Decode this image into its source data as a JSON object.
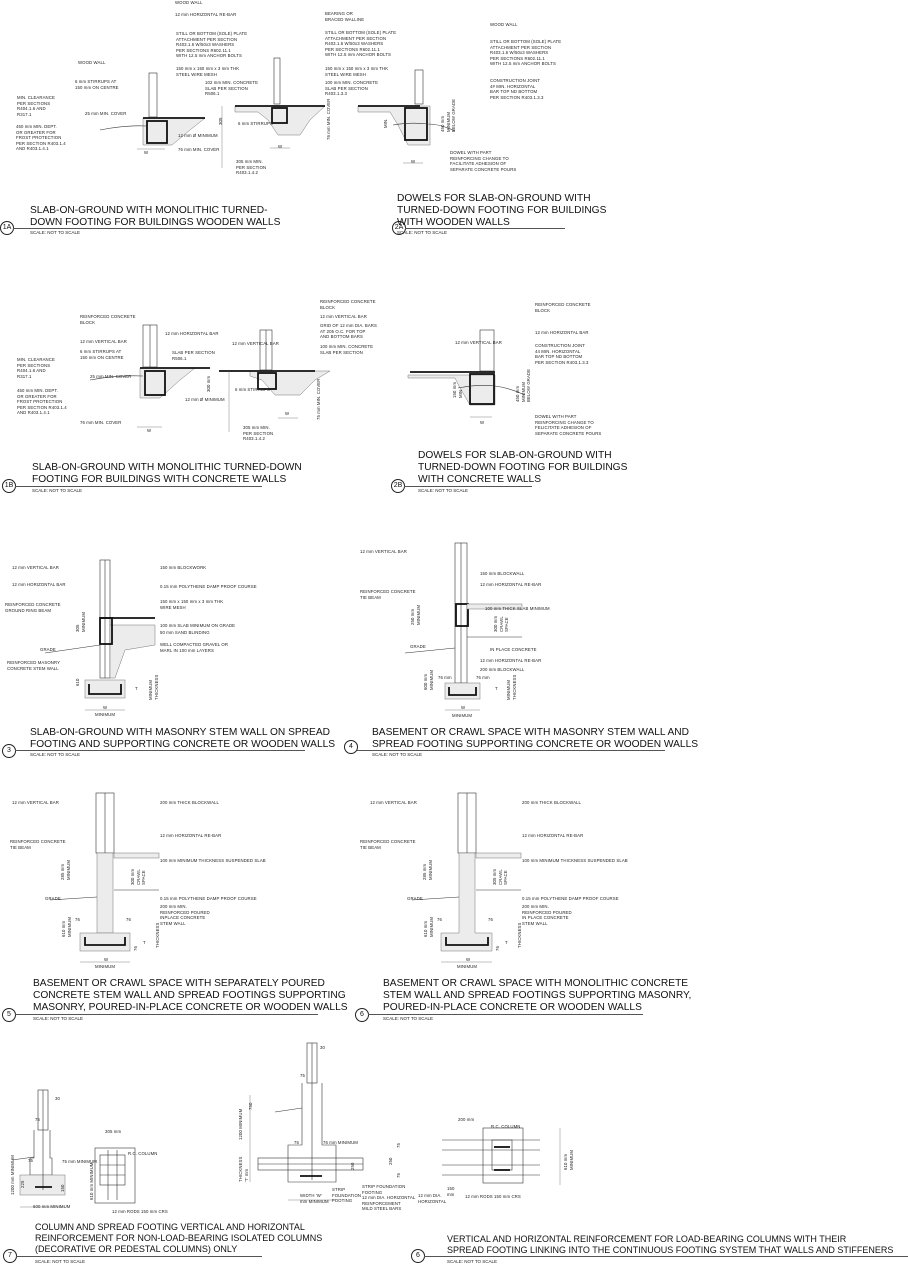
{
  "scale_note": "SCALE: NOT TO SCALE",
  "details": {
    "d1a": {
      "marker": "1A",
      "title": "SLAB-ON-GROUND WITH MONOLITHIC TURNED-\nDOWN FOOTING FOR BUILDINGS WOODEN WALLS",
      "labels": [
        "WOOD WALL",
        "12 mm HORIZONTAL RE-BAR",
        "STILL OR BOTTOM (SOLE) PLATE\nATTACHMENT PER SECTION\nR403.1.6 W/50x3 WASHERS\nPER SECTIONS R602.11.1\nWITH 12.5 mm ANCHOR BOLTS",
        "WOOD WALL",
        "6 mm STIRRUPS AT\n150 mm ON CENTRE",
        "150 mm x 150 mm x 3 mm THK\nSTEEL WIRE MESH",
        "102 mm MIN. CONCRETE\nSLAB PER SECTION\nR506.1",
        "MIN. CLEARANCE\nPER SECTIONS\nR404.1.6 AND\nR317.1",
        "25 mm MIN. COVER",
        "450 mm MIN. DEPT.\nOR GREATER FOR\nFROST PROTECTION\nPER SECTION R403.1.4\nAND R403.1.4.1",
        "12 mm Ø MINIMUM",
        "76 mm MIN. COVER",
        "W",
        "305 mm MIN.\nPER SECTION\nR403.1.4.2",
        "BEARING OR\nBRACED WALLINE",
        "STILL OR BOTTOM (SOLE) PLATE\nATTACHMENT PER SECTION\nR403.1.6 W/50x3 WASHERS\nPER SECTIONS R602.11.1\nWITH 12.5 mm ANCHOR BOLTS",
        "150 mm x 150 mm x 3 mm THK\nSTEEL WIRE MESH",
        "100 mm MIN. CONCRETE\nSLAB PER SECTION\nR403.1.3.3",
        "6 mm STIRRUPS",
        "W",
        "76 mm MIN. COVER",
        "305"
      ]
    },
    "d2a": {
      "marker": "2A",
      "title": "DOWELS FOR SLAB-ON-GROUND WITH\nTURNED-DOWN FOOTING FOR BUILDINGS\nWITH WOODEN WALLS",
      "labels": [
        "WOOD WALL",
        "STILL OR BOTTOM (SOLE) PLATE\nATTACHMENT PER SECTION\nR403.1.6 W/50x3 WASHERS\nPER SECTIONS R602.11.1\nWITH 12.5 mm ANCHOR BOLTS",
        "CONSTRUCTION JOINT\n4# MIN. HORIZONTAL\nBAR TOP ND BOTTOM\nPER SECTION R403.1.3.3",
        "DOWEL WITH PART\nREINFORCING CHANGE TO\nFACILITATE ADHESION OF\nSEPARATE CONCRETE POURS",
        "W",
        "MIN.",
        "450 mm\nMINIMUM\nBELOW GRADE"
      ]
    },
    "d1b": {
      "marker": "1B",
      "title": "SLAB-ON-GROUND WITH MONOLITHIC TURNED-DOWN\nFOOTING FOR BUILDINGS WITH CONCRETE WALLS",
      "labels": [
        "REINFORCED CONCRETE\nBLOCK",
        "12 mm HORIZONTAL BAR",
        "12 mm VERTICAL BAR",
        "6 mm STIRRUPS AT\n150 mm ON CENTRE",
        "SLAB PER SECTION\nR506.1",
        "MIN. CLEARANCE\nPER SECTIONS\nR404.1.6 AND\nR317.1",
        "25 mm MIN. COVER",
        "450 mm MIN. DEPT.\nOR GREATER FOR\nFROST PROTECTION\nPER SECTION R403.1.4\nAND R403.1.4.1",
        "12 mm Ø MINIMUM",
        "76 mm MIN. COVER",
        "W",
        "REINFORCED CONCRETE\nBLOCK",
        "12 mm VERTICAL BAR",
        "GRID OF 12 mm DIA. BARS\nAT 205 O.C. FOR TOP\nAND BOTTOM BARS",
        "100 mm MIN. CONCRETE\nSLAB PER SECTION",
        "12 mm VERTICAL BAR",
        "6 mm STIRRUPS",
        "W",
        "305 mm MIN.\nPER SECTION\nR403.1.4.2",
        "75 mm MIN. COVER",
        "300 mm"
      ]
    },
    "d2b": {
      "marker": "2B",
      "title": "DOWELS FOR SLAB-ON-GROUND WITH\nTURNED-DOWN FOOTING FOR BUILDINGS\nWITH CONCRETE WALLS",
      "labels": [
        "REINFORCED CONCRETE\nBLOCK",
        "12 mm HORIZONTAL BAR",
        "12 mm VERTICAL BAR",
        "CONSTRUCTION JOINT\n44 MIN. HORIZONTAL\nBAR TOP ND BOTTOM\nPER SECTION R403.1.3.3",
        "DOWEL WITH PART\nREINFORCING CHANGE TO\nFELICITATE ADHESION OF\nSEPARATE CONCRETE POURS",
        "W",
        "150 mm\nMIN.",
        "450 mm\nMINIMUM\nBELOW GRADE"
      ]
    },
    "d3": {
      "marker": "3",
      "title": "SLAB-ON-GROUND WITH MASONRY STEM WALL ON SPREAD\nFOOTING AND SUPPORTING CONCRETE OR WOODEN WALLS",
      "labels": [
        "12 mm VERTICAL BAR",
        "150 mm BLOCKWORK",
        "12 mm HORIZONTAL BAR",
        "0.15 mm POLYTHENE DAMP PROOF COURSE",
        "REINFORCED CONCRETE\nGROUND RING BEAM",
        "150 mm x 150 mm x 3 mm THK\nWIRE MESH",
        "100 mm SLAB MINIMUM ON GRADE",
        "50 mm SAND BLINDING",
        "WELL COMPACTED GRAVEL OR\nMARL IN 100 mm LAYERS",
        "GRADE",
        "REINFORCED MASONRY\nCONCRETE STEM WALL",
        "W",
        "MINIMUM",
        "T",
        "MINIMUM\nTHICKNESS",
        "305\nMINIMUM",
        "610"
      ]
    },
    "d4": {
      "marker": "4",
      "title": "BASEMENT OR CRAWL SPACE WITH MASONRY STEM WALL AND\nSPREAD FOOTING SUPPORTING CONCRETE OR WOODEN WALLS",
      "labels": [
        "12 mm VERTICAL BAR",
        "150 mm BLOCKWALL",
        "12 mm HORIZONTAL RE-BAR",
        "REINFORCED CONCRETE\nTIE BEAM",
        "100 mm THICK SLAB MINIMUM",
        "GRADE",
        "IN PLACE CONCRETE",
        "12 mm HORIZONTAL RE-BAR",
        "200 mm BLOCKWALL",
        "76 mm",
        "76 mm",
        "W",
        "MINIMUM",
        "T",
        "MINIMUM\nTHICKNESS",
        "250 mm\nMINIMUM",
        "300 mm\nCRAWL\nSPACE",
        "600 mm\nMINIMUM"
      ]
    },
    "d5": {
      "marker": "5",
      "title": "BASEMENT OR CRAWL SPACE WITH SEPARATELY POURED\nCONCRETE STEM WALL AND SPREAD FOOTINGS SUPPORTING\nMASONRY, POURED-IN-PLACE CONCRETE OR WOODEN WALLS",
      "labels": [
        "12 mm VERTICAL BAR",
        "200 mm THICK BLOCKWALL",
        "12 mm HORIZONTAL RE-BAR",
        "REINFORCED CONCRETE\nTIE BEAM",
        "100 mm MINIMUM THICKNESS SUSPENDED SLAB",
        "GRADE",
        "0.15 mm POLYTHENE DAMP PROOF COURSE",
        "200 mm MIN.\nREINFORCED POURED\nINPLACE CONCRETE\nSTEM WALL",
        "76",
        "76",
        "W",
        "MINIMUM",
        "T",
        "THICKNESS",
        "285 mm\nMINIMUM",
        "300 mm\nCRAWL\nSPACE",
        "610 mm\nMINIMUM",
        "76"
      ]
    },
    "d6": {
      "marker": "6",
      "title": "BASEMENT OR CRAWL SPACE WITH MONOLITHIC CONCRETE\nSTEM WALL AND SPREAD FOOTINGS SUPPORTING MASONRY,\nPOURED-IN-PLACE CONCRETE OR WOODEN WALLS",
      "labels": [
        "12 mm VERTICAL BAR",
        "200 mm THICK BLOCKWALL",
        "12 mm HORIZONTAL RE-BAR",
        "REINFORCED CONCRETE\nTIE BEAM",
        "100 mm MINIMUM THICKNESS SUSPENDED SLAB",
        "GRADE",
        "0.15 mm POLYTHENE DAMP PROOF COURSE",
        "200 mm MIN.\nREINFORCED POURED\nIN PLACE CONCRETE\nSTEM WALL",
        "76",
        "76",
        "W",
        "MINIMUM",
        "T",
        "THICKNESS",
        "285 mm\nMINIMUM",
        "305 mm\nCRAWL\nSPACE",
        "610 mm\nMINIMUM",
        "76"
      ]
    },
    "d7": {
      "marker": "7",
      "title": "COLUMN AND SPREAD FOOTING VERTICAL AND HORIZONTAL\nREINFORCEMENT FOR NON-LOAD-BEARING ISOLATED COLUMNS\n(DECORATIVE OR PEDESTAL COLUMNS) ONLY",
      "labels": [
        "30",
        "75",
        "75",
        "75 mm MINIMUM",
        "1200 mm MINIMUM",
        "225",
        "600 mm MINIMUM",
        "305 mm",
        "R.C. COLUMN",
        "610 mm MINIMUM",
        "12 mm RODS 150 mm CRS",
        "150"
      ]
    },
    "d8": {
      "marker": "6",
      "title": "VERTICAL AND HORIZONTAL REINFORCEMENT FOR LOAD-BEARING COLUMNS WITH THEIR\nSPREAD FOOTING LINKING INTO THE CONTINUOUS FOOTING SYSTEM THAT WALLS AND STIFFENERS",
      "labels": [
        "30",
        "75",
        "76",
        "76 mm MINIMUM",
        "1200 MINIMUM",
        "750",
        "THICKNESS\n'T' mm",
        "WIDTH 'W'\nmm MINIMUM",
        "STRIP\nFOUNDATION\nFOOTING",
        "STRIP FOUNDATION\nFOOTING\n12 mm DIA. HORIZONTAL\nREINFORCEMENT\nMILD STEEL BARS",
        "200 mm",
        "R.C. COLUMN",
        "12 mm DIA.\nHORIZONTAL",
        "12 mm RODS 150 mm CRS",
        "150\nmm",
        "610 mm\nMINIMUM",
        "250",
        "250",
        "75",
        "75"
      ]
    }
  }
}
